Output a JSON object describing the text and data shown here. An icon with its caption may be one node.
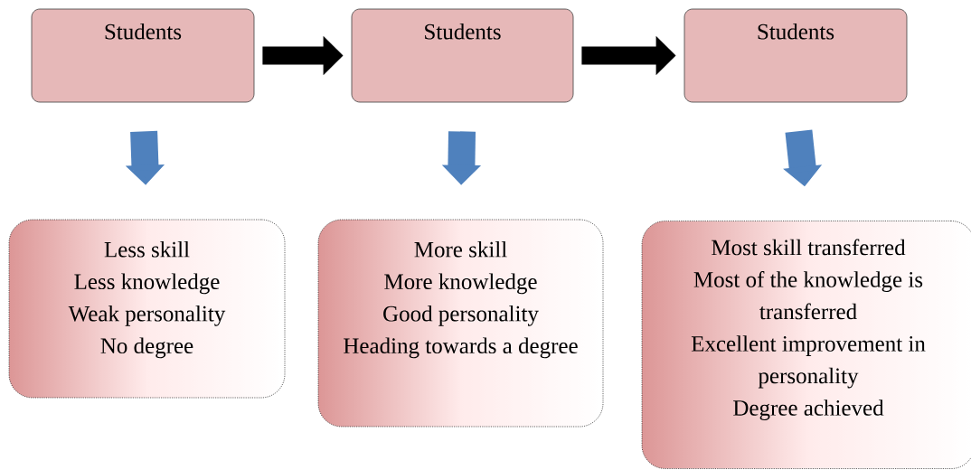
{
  "diagram": {
    "nodes": [
      {
        "text": [
          "Students"
        ]
      },
      {
        "text": [
          "Students"
        ]
      },
      {
        "text": [
          "Students"
        ]
      },
      {
        "text": [
          "Less skill",
          "Less knowledge",
          "Weak personality",
          "No degree"
        ]
      },
      {
        "text": [
          "More skill",
          "More knowledge",
          "Good personality",
          "Heading towards a degree"
        ]
      },
      {
        "text": [
          "Most skill transferred",
          "Most of the knowledge is transferred",
          "Excellent improvement in personality",
          "Degree achieved"
        ]
      }
    ],
    "edges": [
      {
        "from": 0,
        "to": 1,
        "arrow": "to",
        "color": "#000000"
      },
      {
        "from": 1,
        "to": 2,
        "arrow": "to",
        "color": "#000000"
      },
      {
        "from": 0,
        "to": 3,
        "arrow": "to"
      },
      {
        "from": 1,
        "to": 4,
        "arrow": "to"
      },
      {
        "from": 2,
        "to": 5,
        "arrow": "to"
      }
    ]
  }
}
